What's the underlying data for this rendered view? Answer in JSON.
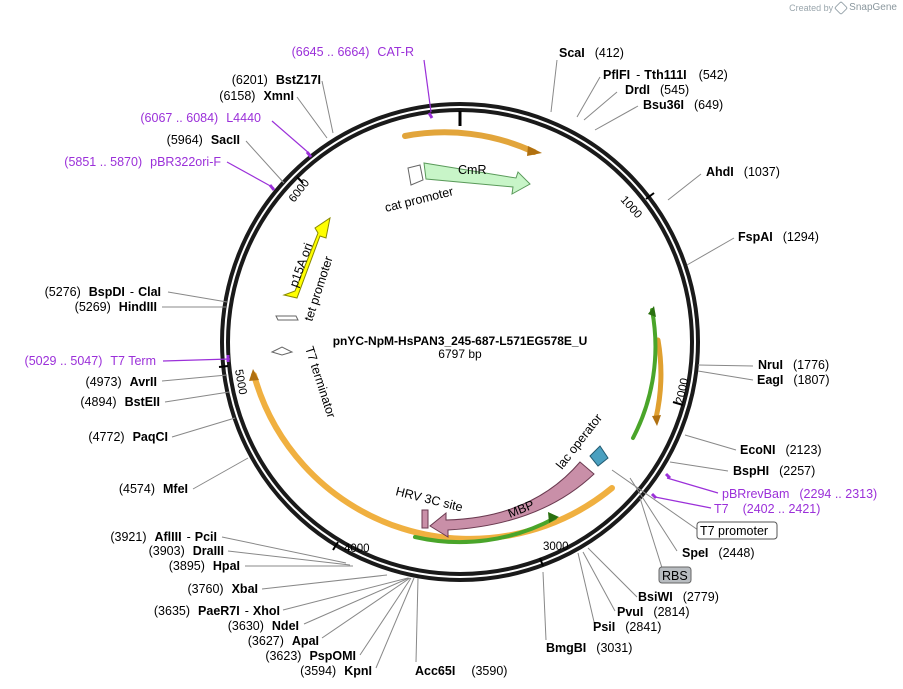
{
  "credit": {
    "created_by": "Created by",
    "brand": "SnapGene"
  },
  "plasmid": {
    "name": "pnYC-NpM-HsPAN3_245-687-L571EG578E_U",
    "length_label": "6797 bp"
  },
  "ticks": [
    "1000",
    "2000",
    "3000",
    "4000",
    "5000",
    "6000"
  ],
  "sites": [
    {
      "name": "ScaI",
      "pos": "(412)"
    },
    {
      "name": "PflFI",
      "sep": "-",
      "name2": "Tth111I",
      "pos": "(542)"
    },
    {
      "name": "DrdI",
      "pos": "(545)"
    },
    {
      "name": "Bsu36I",
      "pos": "(649)"
    },
    {
      "name": "AhdI",
      "pos": "(1037)"
    },
    {
      "name": "FspAI",
      "pos": "(1294)"
    },
    {
      "name": "NruI",
      "pos": "(1776)"
    },
    {
      "name": "EagI",
      "pos": "(1807)"
    },
    {
      "name": "EcoNI",
      "pos": "(2123)"
    },
    {
      "name": "BspHI",
      "pos": "(2257)"
    },
    {
      "name": "SpeI",
      "pos": "(2448)"
    },
    {
      "name": "BsiWI",
      "pos": "(2779)"
    },
    {
      "name": "PvuI",
      "pos": "(2814)"
    },
    {
      "name": "PsiI",
      "pos": "(2841)"
    },
    {
      "name": "BmgBI",
      "pos": "(3031)"
    },
    {
      "name": "Acc65I",
      "pos": "(3590)"
    },
    {
      "name": "KpnI",
      "pos": "(3594)"
    },
    {
      "name": "PspOMI",
      "pos": "(3623)"
    },
    {
      "name": "ApaI",
      "pos": "(3627)"
    },
    {
      "name": "NdeI",
      "pos": "(3630)"
    },
    {
      "name": "PaeR7I",
      "sep": "-",
      "name2": "XhoI",
      "pos": "(3635)"
    },
    {
      "name": "XbaI",
      "pos": "(3760)"
    },
    {
      "name": "HpaI",
      "pos": "(3895)"
    },
    {
      "name": "DraIII",
      "pos": "(3903)"
    },
    {
      "name": "AflIII",
      "sep": "-",
      "name2": "PciI",
      "pos": "(3921)"
    },
    {
      "name": "MfeI",
      "pos": "(4574)"
    },
    {
      "name": "PaqCI",
      "pos": "(4772)"
    },
    {
      "name": "BstEII",
      "pos": "(4894)"
    },
    {
      "name": "AvrII",
      "pos": "(4973)"
    },
    {
      "name": "HindIII",
      "pos": "(5269)"
    },
    {
      "name": "BspDI",
      "sep": "-",
      "name2": "ClaI",
      "pos": "(5276)"
    },
    {
      "name": "SacII",
      "pos": "(5964)"
    },
    {
      "name": "XmnI",
      "pos": "(6158)"
    },
    {
      "name": "BstZ17I",
      "pos": "(6201)"
    }
  ],
  "primers": [
    {
      "range": "(6645 .. 6664)",
      "name": "CAT-R"
    },
    {
      "range": "(6067 .. 6084)",
      "name": "L4440"
    },
    {
      "range": "(5851 .. 5870)",
      "name": "pBR322ori-F"
    },
    {
      "range": "(5029 .. 5047)",
      "name": "T7 Term"
    },
    {
      "name": "pBRrevBam",
      "range": "(2294 .. 2313)"
    },
    {
      "name": "T7",
      "range": "(2402 .. 2421)"
    }
  ],
  "features": {
    "cmr": "CmR",
    "cat_promoter": "cat promoter",
    "p15a_ori": "p15A ori",
    "tet_promoter": "tet promoter",
    "t7_terminator": "T7 terminator",
    "lac_operator": "lac operator",
    "hrv_3c_site": "HRV 3C site",
    "mbp": "MBP",
    "t7_promoter": "T7 promoter",
    "rbs": "RBS"
  },
  "colors": {
    "cmr": "#c8f5c8",
    "p15a_ori": "#ffff00",
    "mbp": "#c98fa8",
    "orf_orange": "#f0b030",
    "orf_green": "#44aa22",
    "primer": "#9b30d9",
    "rbs_box": "#b8bcc0"
  }
}
